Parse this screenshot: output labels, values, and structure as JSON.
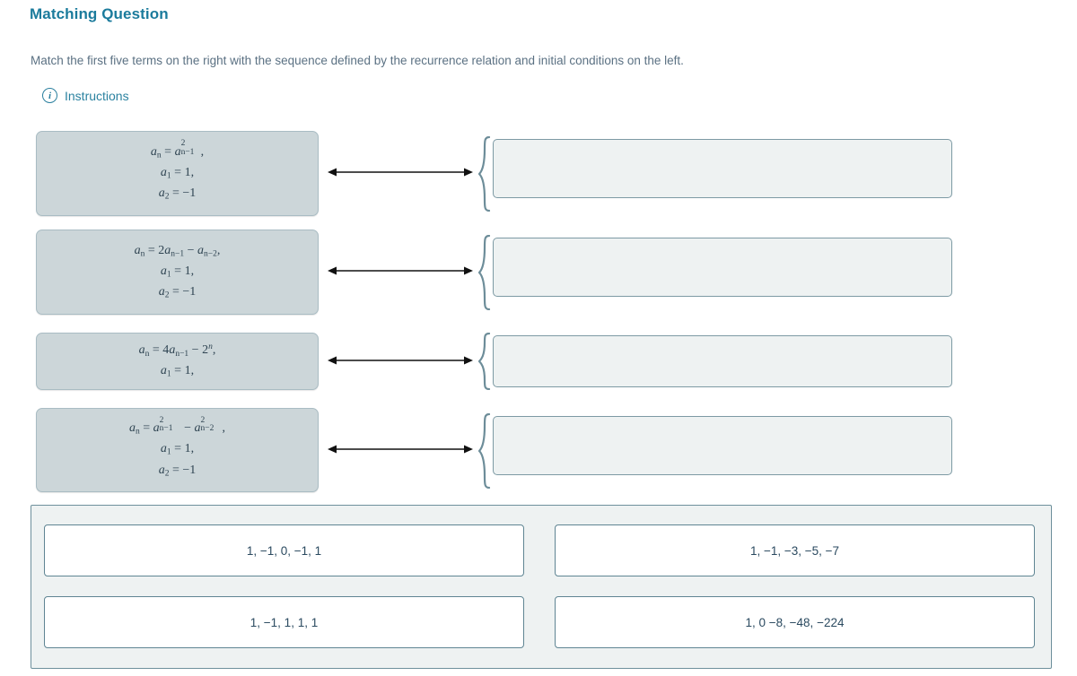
{
  "question": {
    "title": "Matching Question",
    "description": "Match the first five terms on the right with the sequence defined by the recurrence relation and initial conditions on the left.",
    "instructions_label": "Instructions",
    "info_icon": "info-circle-icon"
  },
  "colors": {
    "title": "#1b7b9c",
    "link": "#2b82a0",
    "prompt_fill": "#ccd6d9",
    "drop_fill": "#eef2f2",
    "border": "#6e909c",
    "text": "#2b4a60"
  },
  "prompts": [
    {
      "id": "prompt-1",
      "lines": [
        {
          "lhs": "a",
          "lhs_sub": "n",
          "eq": "=",
          "terms": [
            {
              "base": "a",
              "sup": "2",
              "sub": "n−1"
            }
          ],
          "trailing": ","
        },
        {
          "plain": "a₁ = 1,"
        },
        {
          "plain": "a₂ = −1"
        }
      ],
      "text": "a_n = a^2_{n-1}, a_1 = 1, a_2 = -1"
    },
    {
      "id": "prompt-2",
      "lines": [
        {
          "plain": "aₙ = 2aₙ₋₁ − aₙ₋₂,"
        },
        {
          "plain": "a₁ = 1,"
        },
        {
          "plain": "a₂ = −1"
        }
      ],
      "text": "a_n = 2a_{n-1} - a_{n-2}, a_1 = 1, a_2 = -1"
    },
    {
      "id": "prompt-3",
      "lines": [
        {
          "plain": "aₙ = 4aₙ₋₁ − 2ⁿ,"
        },
        {
          "plain": "a₁ = 1,"
        }
      ],
      "text": "a_n = 4a_{n-1} - 2^n, a_1 = 1,"
    },
    {
      "id": "prompt-4",
      "lines": [
        {
          "plain": "aₙ = a²ₙ₋₁ − a²ₙ₋₂,"
        },
        {
          "plain": "a₁ = 1,"
        },
        {
          "plain": "a₂ = −1"
        }
      ],
      "text": "a_n = a^2_{n-1} - a^2_{n-2}, a_1 = 1, a_2 = -1"
    }
  ],
  "drop_zones": [
    {
      "id": "drop-zone-1",
      "value": ""
    },
    {
      "id": "drop-zone-2",
      "value": ""
    },
    {
      "id": "drop-zone-3",
      "value": ""
    },
    {
      "id": "drop-zone-4",
      "value": ""
    }
  ],
  "answer_bank": {
    "options": [
      {
        "id": "option-1",
        "label": "1, −1, 0, −1, 1"
      },
      {
        "id": "option-2",
        "label": "1, −1, −3, −5, −7"
      },
      {
        "id": "option-3",
        "label": "1, −1, 1, 1, 1"
      },
      {
        "id": "option-4",
        "label": "1, 0 −8, −48, −224"
      }
    ]
  }
}
